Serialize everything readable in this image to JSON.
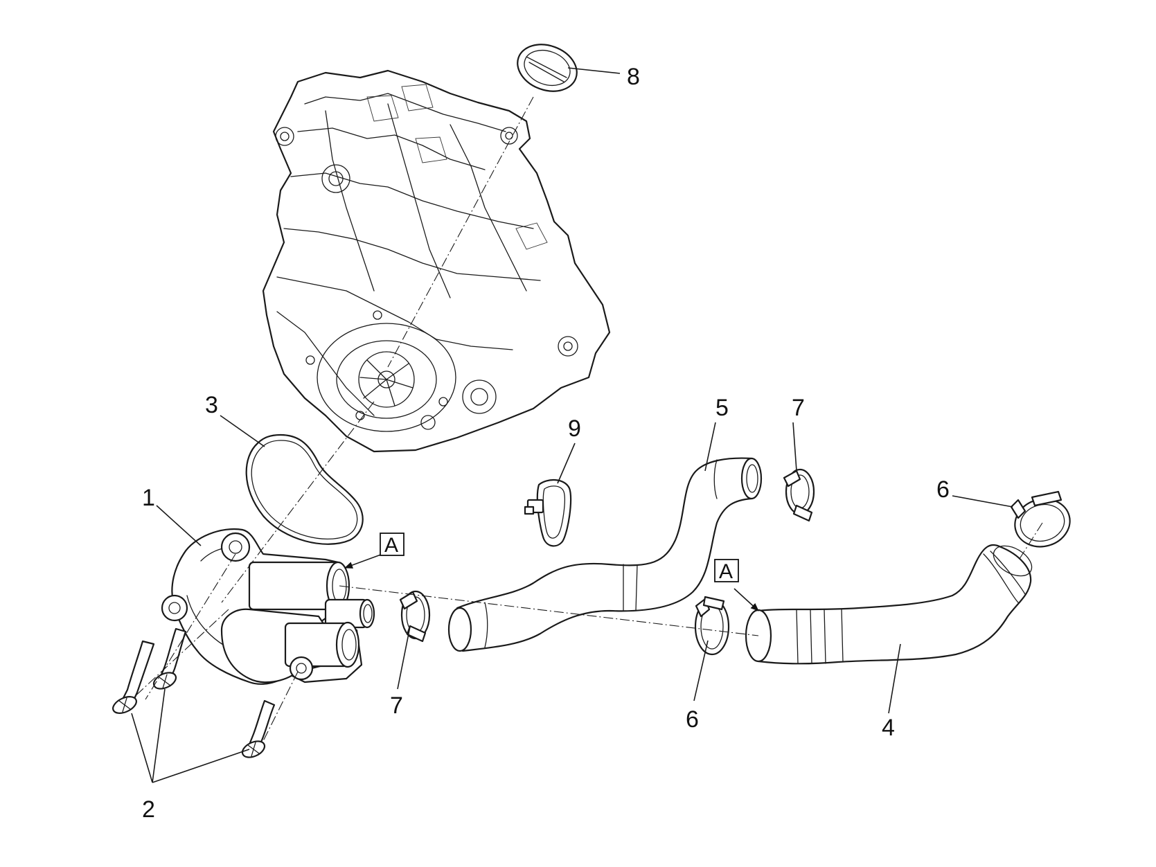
{
  "callouts": {
    "c1": "1",
    "c2": "2",
    "c3": "3",
    "c4": "4",
    "c5": "5",
    "c6_upper": "6",
    "c6_lower": "6",
    "c7_upper": "7",
    "c7_lower": "7",
    "c8": "8",
    "c9": "9"
  },
  "reference_marks": {
    "pump_outlet": "A",
    "hose_inlet": "A"
  },
  "colors": {
    "line": "#1a1a1a",
    "background": "#ffffff"
  }
}
